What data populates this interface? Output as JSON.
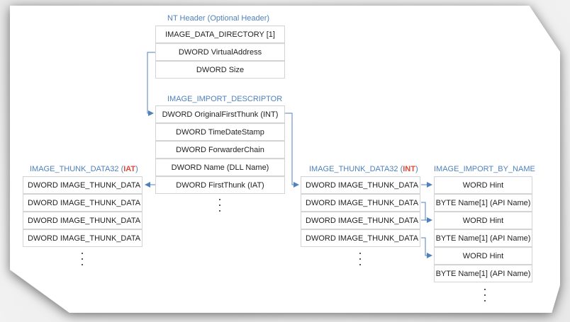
{
  "header_title": "NT Header (Optional Header)",
  "directory_rows": [
    "IMAGE_DATA_DIRECTORY [1]",
    "DWORD VirtualAddress",
    "DWORD Size"
  ],
  "descriptor_title": "IMAGE_IMPORT_DESCRIPTOR",
  "descriptor_rows": [
    "DWORD OriginalFirstThunk (INT)",
    "DWORD TimeDateStamp",
    "DWORD ForwarderChain",
    "DWORD Name (DLL Name)",
    "DWORD FirstThunk (IAT)"
  ],
  "iat_title_prefix": "IMAGE_THUNK_DATA32 (",
  "iat_title_highlight": "IAT",
  "iat_title_suffix": ")",
  "iat_rows": [
    "DWORD IMAGE_THUNK_DATA",
    "DWORD IMAGE_THUNK_DATA",
    "DWORD IMAGE_THUNK_DATA",
    "DWORD IMAGE_THUNK_DATA"
  ],
  "int_title_prefix": "IMAGE_THUNK_DATA32 (",
  "int_title_highlight": "INT",
  "int_title_suffix": ")",
  "int_rows": [
    "DWORD IMAGE_THUNK_DATA",
    "DWORD IMAGE_THUNK_DATA",
    "DWORD IMAGE_THUNK_DATA",
    "DWORD IMAGE_THUNK_DATA"
  ],
  "ibn_title": "IMAGE_IMPORT_BY_NAME",
  "ibn_rows": [
    "WORD Hint",
    "BYTE Name[1] (API Name)",
    "WORD Hint",
    "BYTE Name[1] (API Name)",
    "WORD Hint",
    "BYTE Name[1] (API Name)"
  ],
  "colors": {
    "title_blue": "#4f81bd",
    "highlight_red": "#e04836",
    "connector": "#4f81bd",
    "border": "#d4d4d4",
    "text": "#1f1f1f"
  }
}
